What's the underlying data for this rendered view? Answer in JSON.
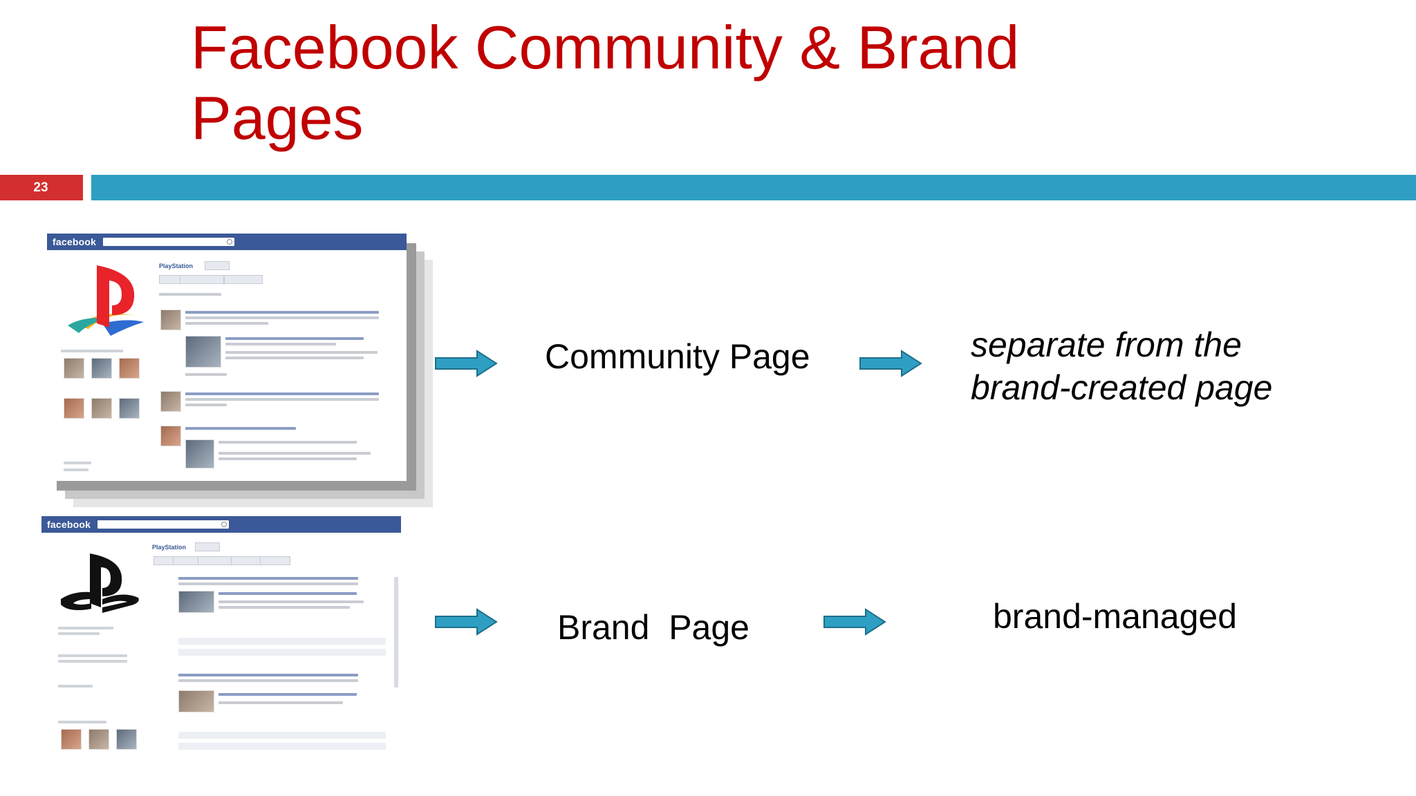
{
  "slide": {
    "title_line1": "Facebook Community & Brand",
    "title_line2": "Pages",
    "number": "23",
    "colors": {
      "title": "#c00000",
      "number_box": "#d32f2f",
      "rule_bar": "#2e9fc3",
      "arrow": "#2e9fc3"
    }
  },
  "rows": {
    "community": {
      "label": "Community Page",
      "description_line1": "separate from the",
      "description_line2": "brand-created page"
    },
    "brand": {
      "label": "Brand  Page",
      "description": "brand-managed"
    }
  },
  "screenshots": {
    "community": {
      "logo_text": "facebook",
      "page_name": "PlayStation",
      "icon": "playstation-color-logo-icon"
    },
    "brand": {
      "logo_text": "facebook",
      "page_name": "PlayStation",
      "icon": "playstation-black-logo-icon"
    }
  }
}
